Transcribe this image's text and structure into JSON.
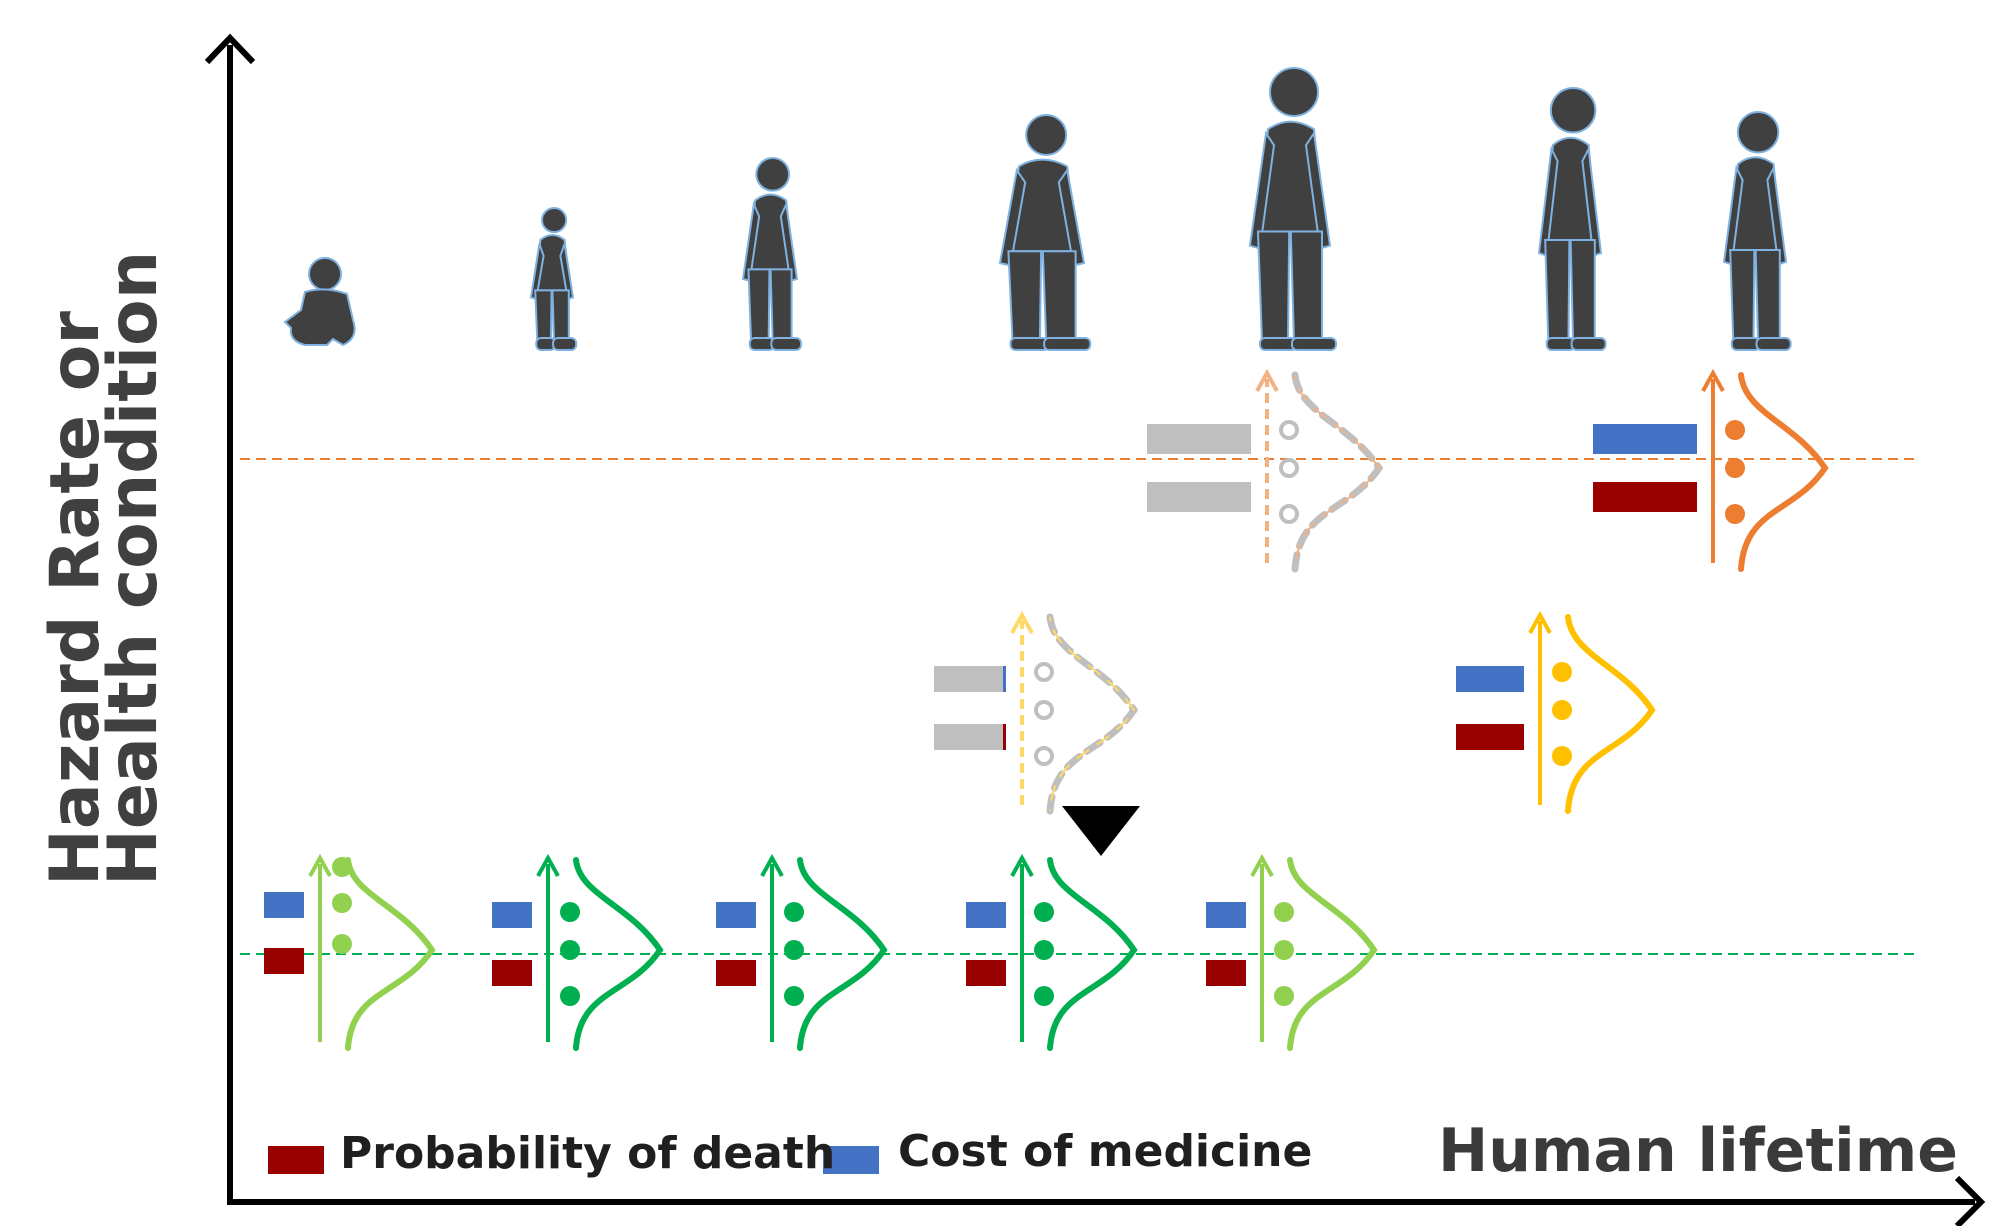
{
  "axes": {
    "y_label_line1": "Hazard Rate  or",
    "y_label_line2": "Health condition",
    "x_label": "Human lifetime"
  },
  "legend": {
    "death": {
      "label": "Probability of death",
      "color": "#990000"
    },
    "cost": {
      "label": "Cost of medicine",
      "color": "#4472c4"
    }
  },
  "colors": {
    "silhouette": "#404040",
    "silhouette_outline": "#7fb2e0",
    "healthy_dark": "#00b050",
    "healthy_light": "#92d050",
    "moderate": "#ffc000",
    "severe": "#ed7d31",
    "ghost": "#bfbfbf",
    "marker": "#000000"
  },
  "life_stages": [
    "infant",
    "child",
    "youth",
    "adult",
    "middle-age",
    "elderly",
    "old"
  ],
  "indicators": [
    {
      "stage": "infant",
      "level": "healthy",
      "color": "light"
    },
    {
      "stage": "child",
      "level": "healthy",
      "color": "dark"
    },
    {
      "stage": "youth",
      "level": "healthy",
      "color": "dark"
    },
    {
      "stage": "adult",
      "level": "healthy",
      "color": "dark"
    },
    {
      "stage": "middle-age",
      "level": "healthy",
      "color": "light"
    },
    {
      "stage": "adult",
      "level": "moderate",
      "color": "ghost"
    },
    {
      "stage": "middle-age",
      "level": "severe",
      "color": "ghost"
    },
    {
      "stage": "elderly",
      "level": "moderate",
      "color": "moderate"
    },
    {
      "stage": "old",
      "level": "severe",
      "color": "severe"
    }
  ]
}
